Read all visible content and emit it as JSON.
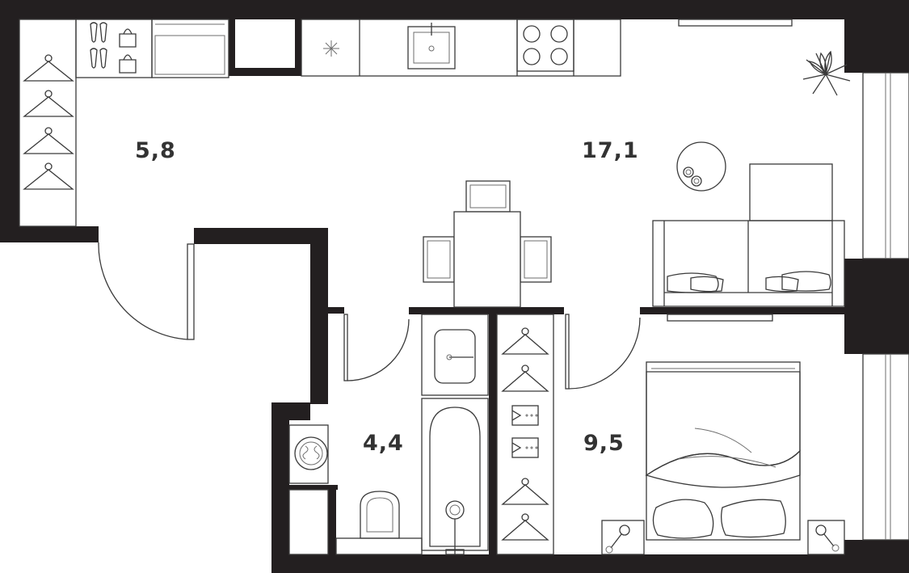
{
  "rooms": [
    {
      "id": "hallway",
      "area": "5,8"
    },
    {
      "id": "living-kitchen",
      "area": "17,1"
    },
    {
      "id": "bathroom",
      "area": "4,4"
    },
    {
      "id": "bedroom",
      "area": "9,5"
    }
  ],
  "colors": {
    "wall": "#231f20",
    "furniture_stroke": "#3a3a3a",
    "label": "#333333",
    "background": "#ffffff"
  }
}
